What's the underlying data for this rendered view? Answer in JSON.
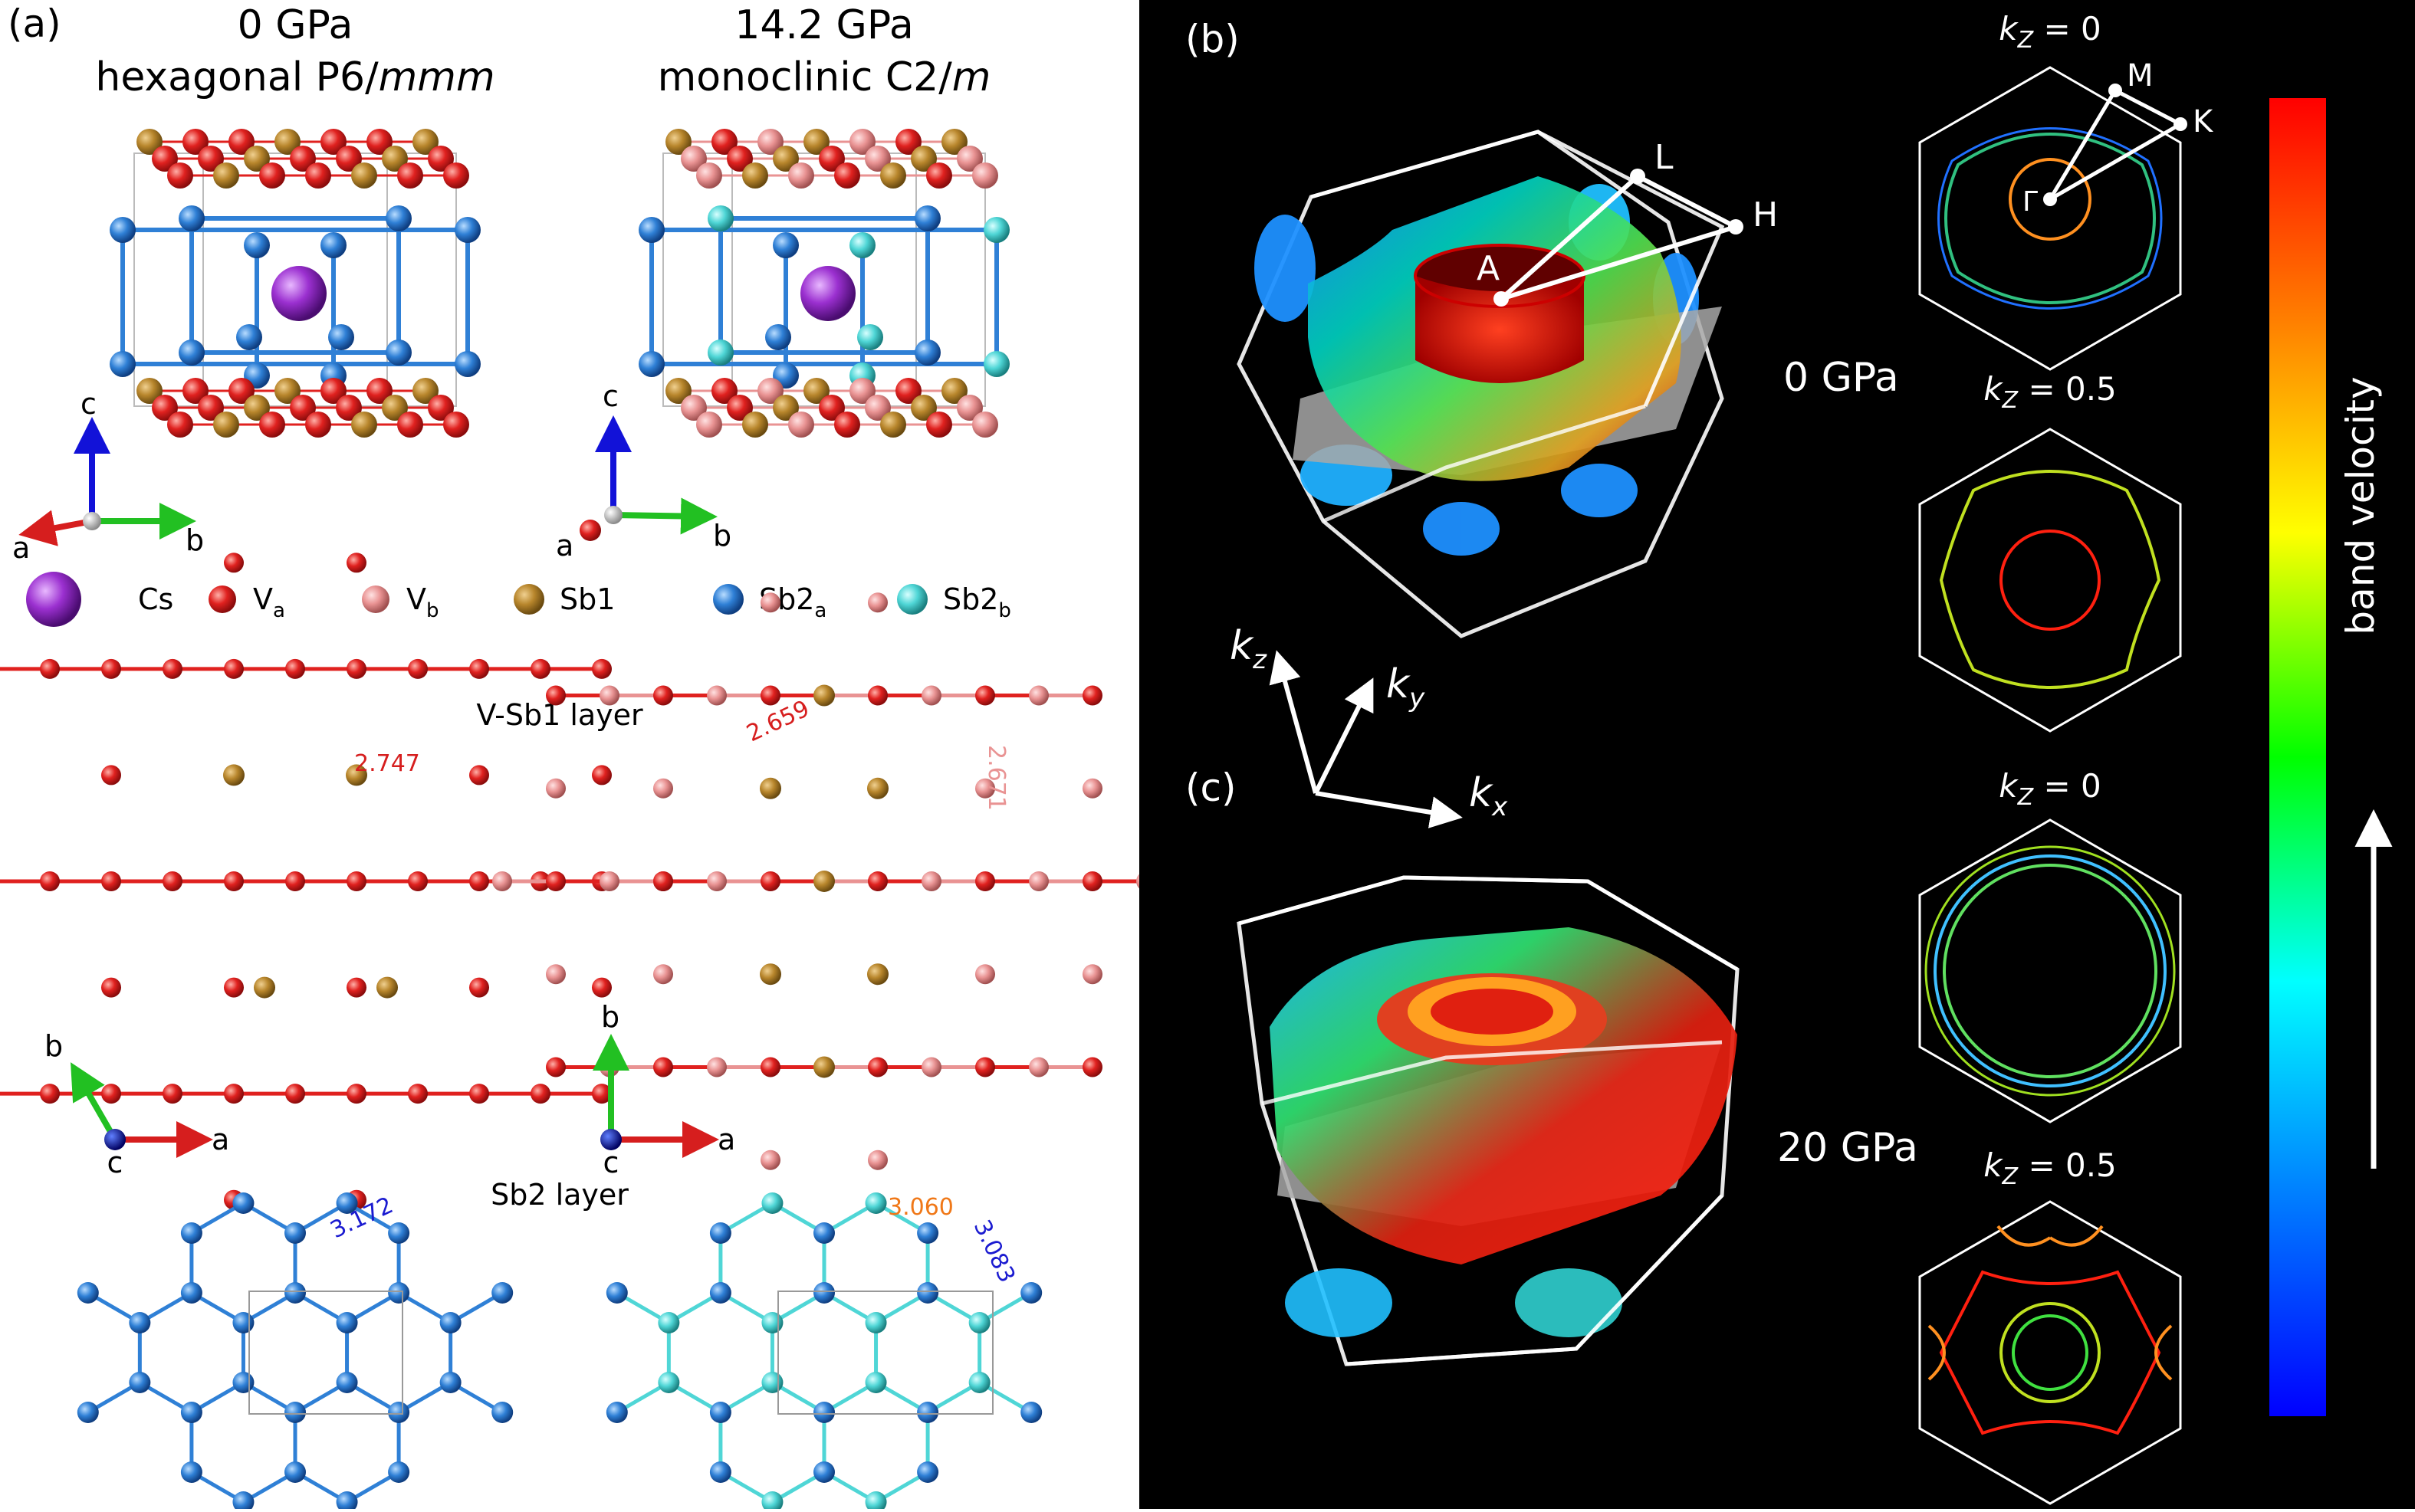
{
  "panel_a": {
    "label": "(a)",
    "left_title": {
      "line1": "0 GPa",
      "line2_prefix": "hexagonal P6/",
      "line2_italic": "mmm"
    },
    "right_title": {
      "line1": "14.2 GPa",
      "line2_prefix": "monoclinic C2/",
      "line2_italic": "m"
    },
    "axes": {
      "a": "a",
      "b": "b",
      "c": "c"
    },
    "legend": [
      {
        "label": "Cs",
        "sub": "",
        "color": "#9b30d0"
      },
      {
        "label": "V",
        "sub": "a",
        "color": "#e0211f"
      },
      {
        "label": "V",
        "sub": "b",
        "color": "#e99393"
      },
      {
        "label": "Sb1",
        "sub": "",
        "color": "#b8862c"
      },
      {
        "label": "Sb2",
        "sub": "a",
        "color": "#2f80d6"
      },
      {
        "label": "Sb2",
        "sub": "b",
        "color": "#4fd6d6"
      }
    ],
    "vsb1_layer_label": "V-Sb1 layer",
    "sb2_layer_label": "Sb2 layer",
    "distances": {
      "vsb1_hex": "2.747",
      "vsb1_mono_a": "2.659",
      "vsb1_mono_b": "2.671",
      "sb2_hex": "3.172",
      "sb2_mono_a": "3.060",
      "sb2_mono_b": "3.083"
    },
    "colors": {
      "va": "#e0211f",
      "vb": "#e99393",
      "sb1": "#b8862c",
      "sb2a": "#2f80d6",
      "sb2b": "#4fd6d6",
      "cs": "#9b30d0",
      "dist_red": "#d61e1e",
      "dist_pink": "#e99393",
      "dist_blue": "#1a1ad0",
      "dist_orange": "#f07818"
    }
  },
  "panel_b": {
    "label": "(b)",
    "pressure": "0 GPa",
    "points": {
      "A": "A",
      "L": "L",
      "H": "H",
      "M": "M",
      "K": "K",
      "Gamma": "Γ"
    },
    "kz0": {
      "prefix": "k",
      "sub": "Z",
      "value": " = 0"
    },
    "kz05": {
      "prefix": "k",
      "sub": "Z",
      "value": " = 0.5"
    }
  },
  "panel_c": {
    "label": "(c)",
    "pressure": "20 GPa",
    "kz0": {
      "prefix": "k",
      "sub": "Z",
      "value": " = 0"
    },
    "kz05": {
      "prefix": "k",
      "sub": "Z",
      "value": " = 0.5"
    }
  },
  "k_axes": {
    "kz": "z",
    "ky": "y",
    "kx": "x",
    "k": "k"
  },
  "colorbar": {
    "label": "band velocity"
  }
}
